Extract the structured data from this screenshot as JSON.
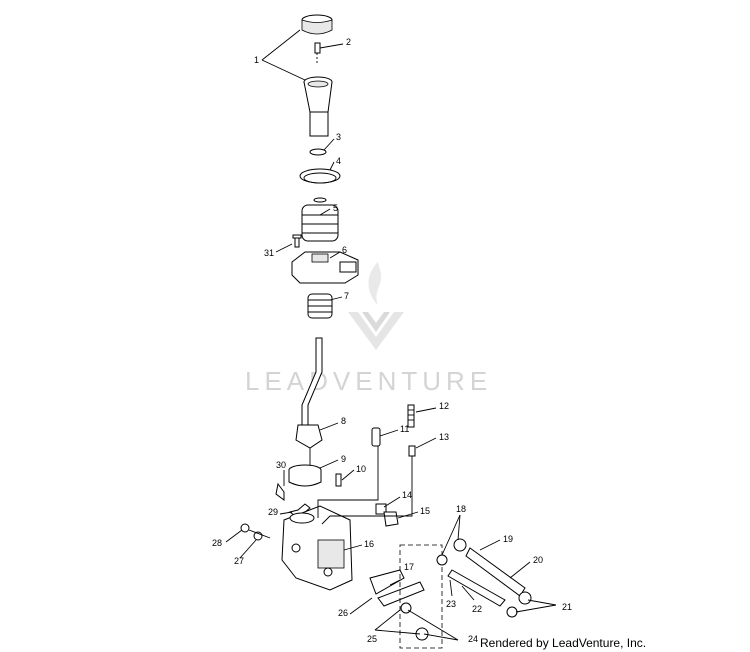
{
  "watermark": {
    "text": "LEADVENTURE"
  },
  "credit": "Rendered by LeadVenture, Inc.",
  "callouts": [
    {
      "id": "1",
      "text": "1"
    },
    {
      "id": "2",
      "text": "2"
    },
    {
      "id": "3",
      "text": "3"
    },
    {
      "id": "4",
      "text": "4"
    },
    {
      "id": "5",
      "text": "5"
    },
    {
      "id": "6",
      "text": "6"
    },
    {
      "id": "7",
      "text": "7"
    },
    {
      "id": "8",
      "text": "8"
    },
    {
      "id": "9",
      "text": "9"
    },
    {
      "id": "10",
      "text": "10"
    },
    {
      "id": "11",
      "text": "11"
    },
    {
      "id": "12",
      "text": "12"
    },
    {
      "id": "13",
      "text": "13"
    },
    {
      "id": "14",
      "text": "14"
    },
    {
      "id": "15",
      "text": "15"
    },
    {
      "id": "16",
      "text": "16"
    },
    {
      "id": "17",
      "text": "17"
    },
    {
      "id": "18",
      "text": "18"
    },
    {
      "id": "19",
      "text": "19"
    },
    {
      "id": "20",
      "text": "20"
    },
    {
      "id": "21",
      "text": "21"
    },
    {
      "id": "22",
      "text": "22"
    },
    {
      "id": "23",
      "text": "23"
    },
    {
      "id": "24",
      "text": "24"
    },
    {
      "id": "25",
      "text": "25"
    },
    {
      "id": "26",
      "text": "26"
    },
    {
      "id": "27",
      "text": "27"
    },
    {
      "id": "28",
      "text": "28"
    },
    {
      "id": "29",
      "text": "29"
    },
    {
      "id": "30",
      "text": "30"
    },
    {
      "id": "31",
      "text": "31"
    }
  ]
}
